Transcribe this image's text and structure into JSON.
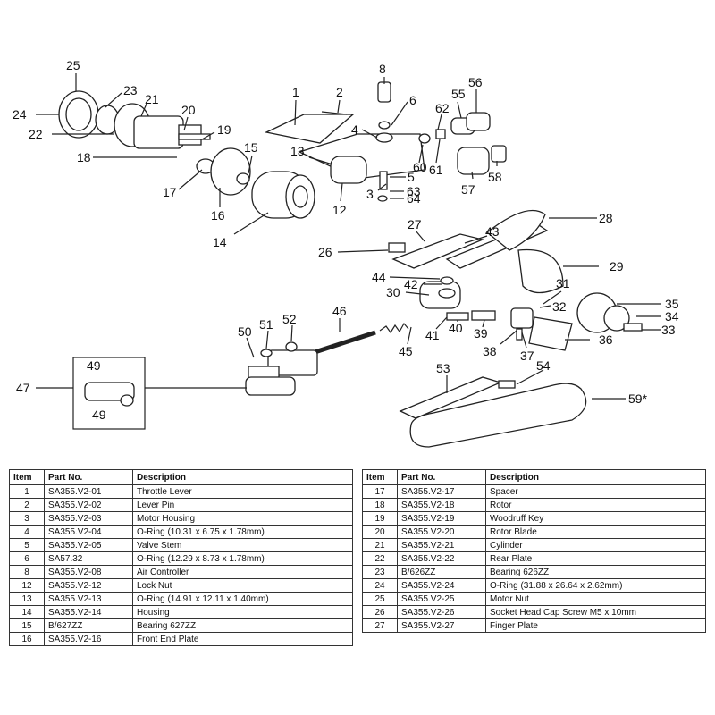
{
  "callouts": [
    "25",
    "23",
    "21",
    "24",
    "22",
    "20",
    "19",
    "18",
    "17",
    "16",
    "15",
    "14",
    "13",
    "12",
    "1",
    "2",
    "8",
    "6",
    "4",
    "62",
    "55",
    "56",
    "60",
    "61",
    "5",
    "3",
    "63",
    "64",
    "58",
    "57",
    "27",
    "43",
    "28",
    "26",
    "29",
    "44",
    "42",
    "30",
    "31",
    "32",
    "35",
    "34",
    "33",
    "36",
    "46",
    "45",
    "41",
    "40",
    "39",
    "38",
    "37",
    "50",
    "51",
    "52",
    "47",
    "49",
    "49",
    "53",
    "54",
    "59*"
  ],
  "table": {
    "headers": [
      "Item",
      "Part No.",
      "Description"
    ],
    "left_rows": [
      [
        "1",
        "SA355.V2-01",
        "Throttle Lever"
      ],
      [
        "2",
        "SA355.V2-02",
        "Lever Pin"
      ],
      [
        "3",
        "SA355.V2-03",
        "Motor Housing"
      ],
      [
        "4",
        "SA355.V2-04",
        "O-Ring (10.31 x 6.75 x 1.78mm)"
      ],
      [
        "5",
        "SA355.V2-05",
        "Valve Stem"
      ],
      [
        "6",
        "SA57.32",
        "O-Ring (12.29 x 8.73 x 1.78mm)"
      ],
      [
        "8",
        "SA355.V2-08",
        "Air Controller"
      ],
      [
        "12",
        "SA355.V2-12",
        "Lock Nut"
      ],
      [
        "13",
        "SA355.V2-13",
        "O-Ring (14.91 x 12.11 x 1.40mm)"
      ],
      [
        "14",
        "SA355.V2-14",
        "Housing"
      ],
      [
        "15",
        "B/627ZZ",
        "Bearing 627ZZ"
      ],
      [
        "16",
        "SA355.V2-16",
        "Front End Plate"
      ]
    ],
    "right_rows": [
      [
        "17",
        "SA355.V2-17",
        "Spacer"
      ],
      [
        "18",
        "SA355.V2-18",
        "Rotor"
      ],
      [
        "19",
        "SA355.V2-19",
        "Woodruff Key"
      ],
      [
        "20",
        "SA355.V2-20",
        "Rotor Blade"
      ],
      [
        "21",
        "SA355.V2-21",
        "Cylinder"
      ],
      [
        "22",
        "SA355.V2-22",
        "Rear Plate"
      ],
      [
        "23",
        "B/626ZZ",
        "Bearing 626ZZ"
      ],
      [
        "24",
        "SA355.V2-24",
        "O-Ring (31.88 x 26.64 x 2.62mm)"
      ],
      [
        "25",
        "SA355.V2-25",
        "Motor Nut"
      ],
      [
        "26",
        "SA355.V2-26",
        "Socket Head Cap Screw M5 x 10mm"
      ],
      [
        "27",
        "SA355.V2-27",
        "Finger Plate"
      ]
    ]
  }
}
